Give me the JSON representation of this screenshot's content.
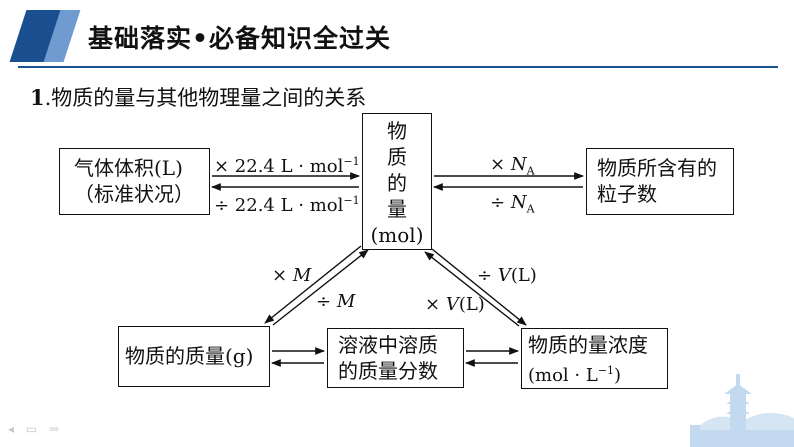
{
  "header": {
    "title": "基础落实•必备知识全过关"
  },
  "section": {
    "number": "1",
    "title": ".物质的量与其他物理量之间的关系"
  },
  "boxes": {
    "volume": {
      "line1": "气体体积(L)",
      "line2": "（标准状况）"
    },
    "center": {
      "line1": "物",
      "line2": "质",
      "line3": "的",
      "line4": "量",
      "line5": "(mol)"
    },
    "particles": {
      "line1": "物质所含有的",
      "line2": "粒子数"
    },
    "mass": {
      "line1": "物质的质量(g)"
    },
    "fraction": {
      "line1": "溶液中溶质",
      "line2": "的质量分数"
    },
    "concentration": {
      "line1": "物质的量浓度",
      "unit_prefix": "(mol · L",
      "unit_exp": "−1",
      "unit_suffix": ")"
    }
  },
  "labels": {
    "vol_mul": {
      "prefix": "× 22.4 L · mol",
      "exp": "−1"
    },
    "vol_div": {
      "prefix": "÷ 22.4 L · mol",
      "exp": "−1"
    },
    "na_mul": {
      "op": "×",
      "var": "N",
      "sub": "A"
    },
    "na_div": {
      "op": "÷",
      "var": "N",
      "sub": "A"
    },
    "m_mul": {
      "op": "×",
      "var": "M"
    },
    "m_div": {
      "op": "÷",
      "var": "M"
    },
    "v_div": {
      "op": "÷",
      "var": "V",
      "suffix": "(L)"
    },
    "v_mul": {
      "op": "×",
      "var": "V",
      "suffix": "(L)"
    }
  },
  "colors": {
    "accent_dark": "#1a4f8f",
    "accent_light": "#6f9bd1",
    "decoration": "#b8d3ee"
  },
  "icons": [
    "slide-nav-icons",
    "pagoda-decoration"
  ]
}
